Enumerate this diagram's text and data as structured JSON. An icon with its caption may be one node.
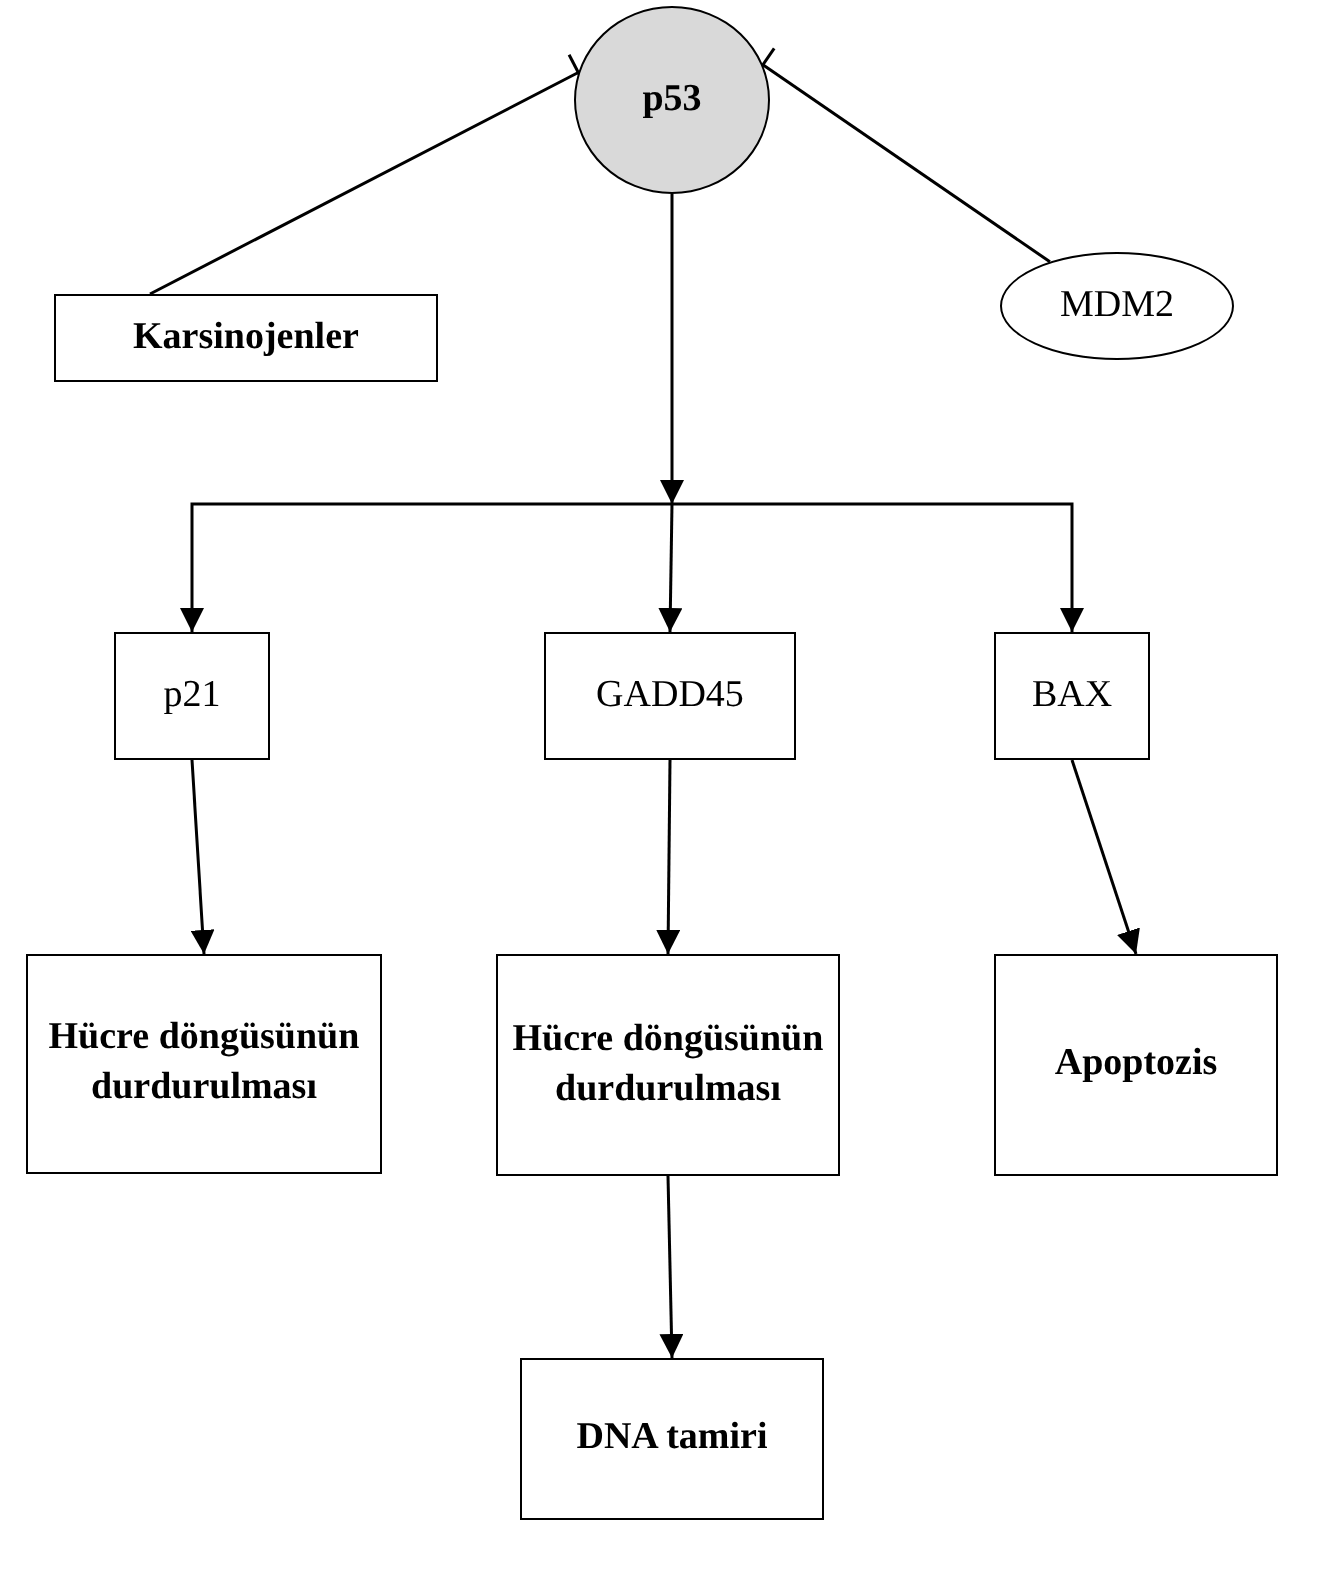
{
  "diagram": {
    "nodes": [
      {
        "text": [
          "p53"
        ]
      },
      {
        "text": [
          "Karsinojenler"
        ]
      },
      {
        "text": [
          "MDM2"
        ]
      },
      {
        "text": [
          "p21"
        ]
      },
      {
        "text": [
          "GADD45"
        ]
      },
      {
        "text": [
          "BAX"
        ]
      },
      {
        "text": [
          "Hücre döngüsünün durdurulması"
        ]
      },
      {
        "text": [
          "Hücre döngüsünün durdurulması"
        ]
      },
      {
        "text": [
          "Apoptozis"
        ]
      },
      {
        "text": [
          "DNA tamiri"
        ]
      }
    ],
    "edges": [
      {
        "from": 1,
        "to": 0,
        "arrow": "other"
      },
      {
        "from": 2,
        "to": 0,
        "arrow": "other"
      },
      {
        "from": 0,
        "to": 3,
        "arrow": "to"
      },
      {
        "from": 0,
        "to": 4,
        "arrow": "to"
      },
      {
        "from": 0,
        "to": 5,
        "arrow": "to"
      },
      {
        "from": 3,
        "to": 6,
        "arrow": "to"
      },
      {
        "from": 4,
        "to": 7,
        "arrow": "to"
      },
      {
        "from": 5,
        "to": 8,
        "arrow": "to"
      },
      {
        "from": 7,
        "to": 9,
        "arrow": "to"
      }
    ]
  }
}
